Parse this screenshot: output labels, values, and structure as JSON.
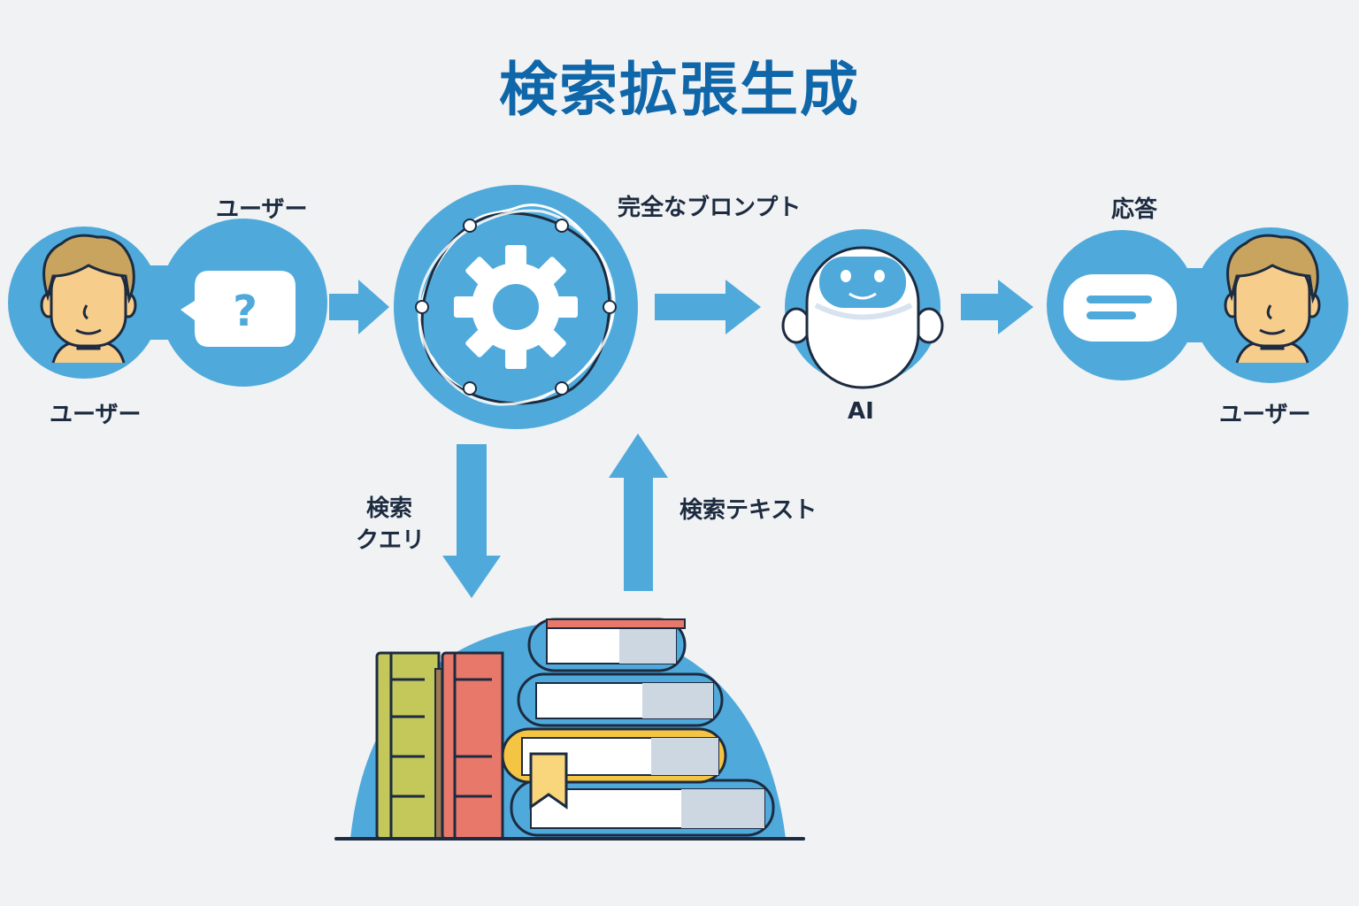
{
  "title": "検索拡張生成",
  "labels": {
    "user_top": "ユーザー",
    "user_left": "ユーザー",
    "user_right": "ユーザー",
    "prompt": "完全なブロンプト",
    "ai": "AI",
    "response": "応答",
    "query_line1": "検索",
    "query_line2": "クエリ",
    "retrieved_text": "検索テキスト"
  },
  "question_glyph": "?",
  "colors": {
    "accent": "#4faadb",
    "title": "#0f66a8",
    "outline": "#1d2b40",
    "skin": "#f6cd8b",
    "hair": "#c9a45f",
    "background": "#f0f2f4"
  },
  "icons": [
    "user-icon",
    "question-bubble-icon",
    "gear-network-icon",
    "robot-icon",
    "answer-bubble-icon",
    "books-icon"
  ]
}
